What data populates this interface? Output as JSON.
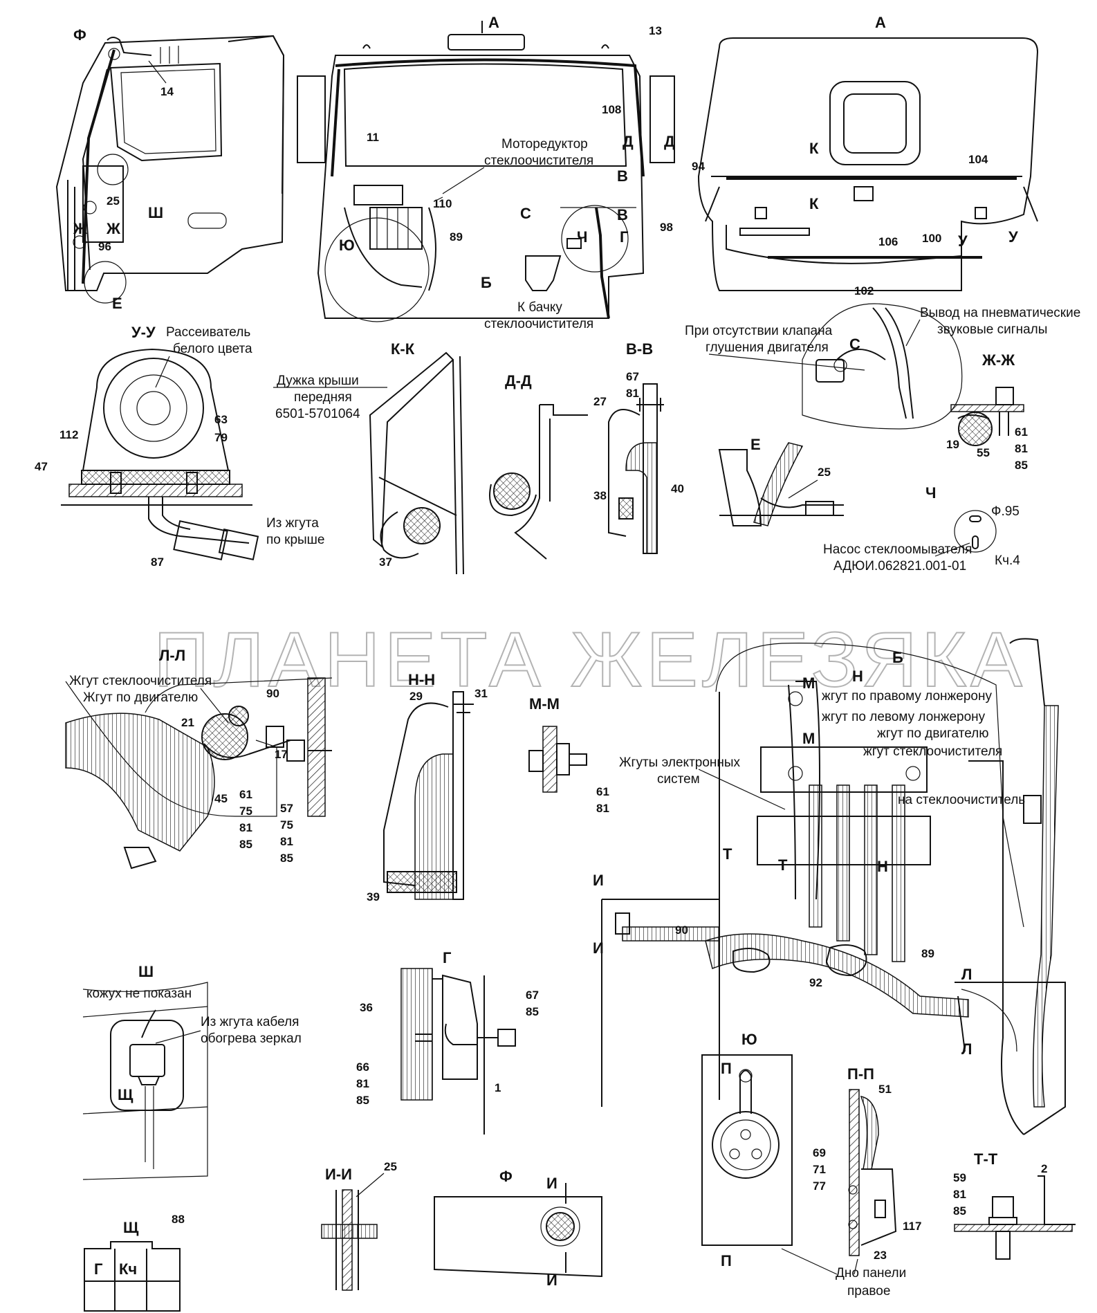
{
  "watermark": "ПЛАНЕТА ЖЕЛЕЗЯКА",
  "sections": {
    "A_top": "А",
    "A_view": "А",
    "F": "Ф",
    "UU": "У-У",
    "KK": "К-К",
    "DD": "Д-Д",
    "VV": "В-В",
    "S": "С",
    "ZhZh": "Ж-Ж",
    "E": "Е",
    "Ch": "Ч",
    "LL": "Л-Л",
    "NN": "Н-Н",
    "MM": "М-М",
    "B": "Б",
    "Sh": "Ш",
    "G": "Г",
    "Yu": "Ю",
    "PP": "П-П",
    "TT": "Т-Т",
    "II": "И-И",
    "F2": "Ф",
    "Shch": "Щ"
  },
  "notes": {
    "motor_line1": "Моторедуктор",
    "motor_line2": "стеклоочистителя",
    "tank_line1": "К бачку",
    "tank_line2": "стеклоочистителя",
    "diffuser_line1": "Рассеиватель",
    "diffuser_line2": "белого цвета",
    "arch_line1": "Дужка крыши",
    "arch_line2": "передняя",
    "arch_line3": "6501-5701064",
    "roof_line1": "Из жгута",
    "roof_line2": "по крыше",
    "valve_line1": "При отсутствии клапана",
    "valve_line2": "глушения двигателя",
    "horn_line1": "Вывод на пневматические",
    "horn_line2": "звуковые сигналы",
    "pump_line1": "Насос стеклоомывателя",
    "pump_line2": "АДЮИ.062821.001-01",
    "f95": "Ф.95",
    "kch4": "Кч.4",
    "wiper_harness": "Жгут стеклоочистителя",
    "engine_harness": "Жгут по двигателю",
    "right_spar": "жгут по правому лонжерону",
    "left_spar": "жгут по левому лонжерону",
    "engine_line1": "жгут по двигателю",
    "wiper_line": "жгут стеклоочистителя",
    "electronic_line1": "Жгуты электронных",
    "electronic_line2": "систем",
    "to_wiper": "на стеклоочиститель",
    "cover": "кожух не показан",
    "mirror_line1": "Из жгута кабеля",
    "mirror_line2": "обогрева зеркал",
    "panel_line1": "Дно панели",
    "panel_line2": "правое",
    "shch_g": "Г",
    "shch_kch": "Кч"
  },
  "letters": {
    "K": "К",
    "U": "У",
    "D": "Д",
    "V": "В",
    "Ch": "Ч",
    "G": "Г",
    "S": "С",
    "Yu": "Ю",
    "B": "Б",
    "Zh": "Ж",
    "Sh": "Ш",
    "E": "Е",
    "M": "М",
    "N": "Н",
    "T": "Т",
    "I": "И",
    "L": "Л",
    "P": "П",
    "Shch": "Щ"
  },
  "parts": {
    "p1": "1",
    "p2": "2",
    "p11": "11",
    "p13": "13",
    "p14": "14",
    "p17": "17",
    "p19": "19",
    "p21": "21",
    "p23": "23",
    "p25": "25",
    "p27": "27",
    "p29": "29",
    "p31": "31",
    "p36": "36",
    "p37": "37",
    "p38": "38",
    "p39": "39",
    "p40": "40",
    "p45": "45",
    "p47": "47",
    "p51": "51",
    "p55": "55",
    "p57": "57",
    "p59": "59",
    "p61": "61",
    "p63": "63",
    "p66": "66",
    "p67": "67",
    "p69": "69",
    "p71": "71",
    "p75": "75",
    "p77": "77",
    "p79": "79",
    "p81": "81",
    "p85": "85",
    "p87": "87",
    "p88": "88",
    "p89": "89",
    "p90": "90",
    "p92": "92",
    "p94": "94",
    "p96": "96",
    "p98": "98",
    "p100": "100",
    "p102": "102",
    "p104": "104",
    "p106": "106",
    "p108": "108",
    "p110": "110",
    "p112": "112",
    "p117": "117"
  },
  "colors": {
    "ink": "#111111",
    "paper": "#ffffff",
    "watermark": "#9a9a9a"
  }
}
